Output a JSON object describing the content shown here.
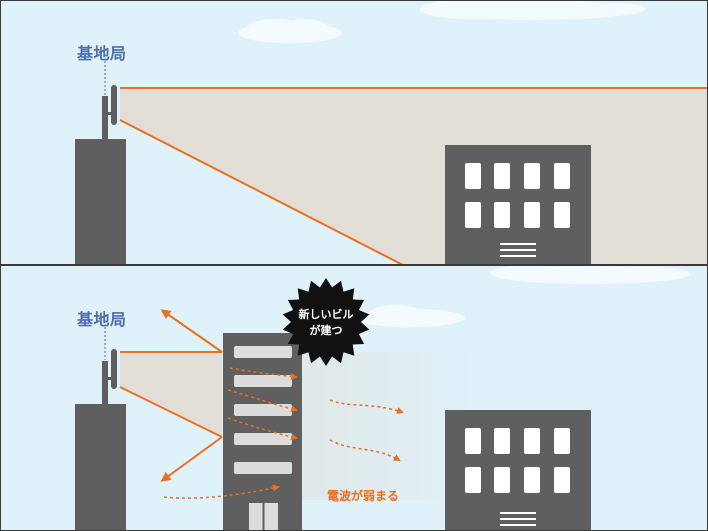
{
  "title": "電波が建物で弱まる仕組み",
  "panels": [
    {
      "id": "before",
      "station_label": "基地局"
    },
    {
      "id": "after",
      "station_label": "基地局",
      "new_building_burst": [
        "新しいビル",
        "が建つ"
      ],
      "weakened_label": "電波が弱まる"
    }
  ],
  "colors": {
    "sky": "#dff2fa",
    "cloud": "#f4fbfe",
    "signal_fill": "#e2ded5",
    "signal_line": "#e8701f",
    "building": "#5f5f5f",
    "window": "#ffffff",
    "label_blue": "#4e6fa8",
    "panel_border": "#3a3a3a"
  }
}
